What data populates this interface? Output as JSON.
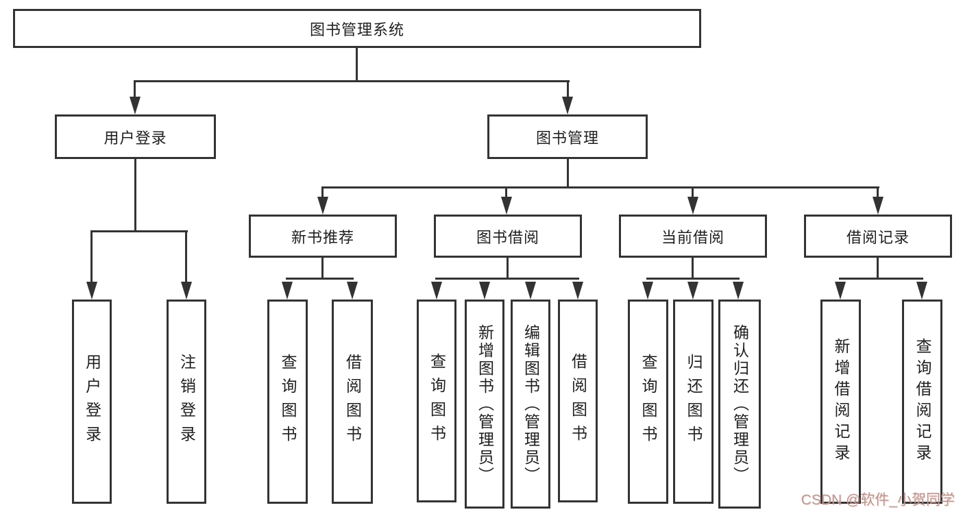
{
  "colors": {
    "line": "#333333",
    "background": "#ffffff",
    "text": "#1f1f1f",
    "watermark": "#b59b97"
  },
  "watermark": {
    "text": "CSDN @软件_小贺同学"
  },
  "tree": {
    "root": {
      "label": "图书管理系统"
    },
    "level2": [
      {
        "label": "用户登录",
        "children": [
          {
            "label": "用户登录"
          },
          {
            "label": "注销登录"
          }
        ]
      },
      {
        "label": "图书管理",
        "modules": [
          {
            "label": "新书推荐",
            "children": [
              {
                "label": "查询图书"
              },
              {
                "label": "借阅图书"
              }
            ]
          },
          {
            "label": "图书借阅",
            "children": [
              {
                "label": "查询图书"
              },
              {
                "label": "新增图书（管理员）"
              },
              {
                "label": "编辑图书（管理员）"
              },
              {
                "label": "借阅图书"
              }
            ]
          },
          {
            "label": "当前借阅",
            "children": [
              {
                "label": "查询图书"
              },
              {
                "label": "归还图书"
              },
              {
                "label": "确认归还（管理员）"
              }
            ]
          },
          {
            "label": "借阅记录",
            "children": [
              {
                "label": "新增借阅记录"
              },
              {
                "label": "查询借阅记录"
              }
            ]
          }
        ]
      }
    ]
  }
}
